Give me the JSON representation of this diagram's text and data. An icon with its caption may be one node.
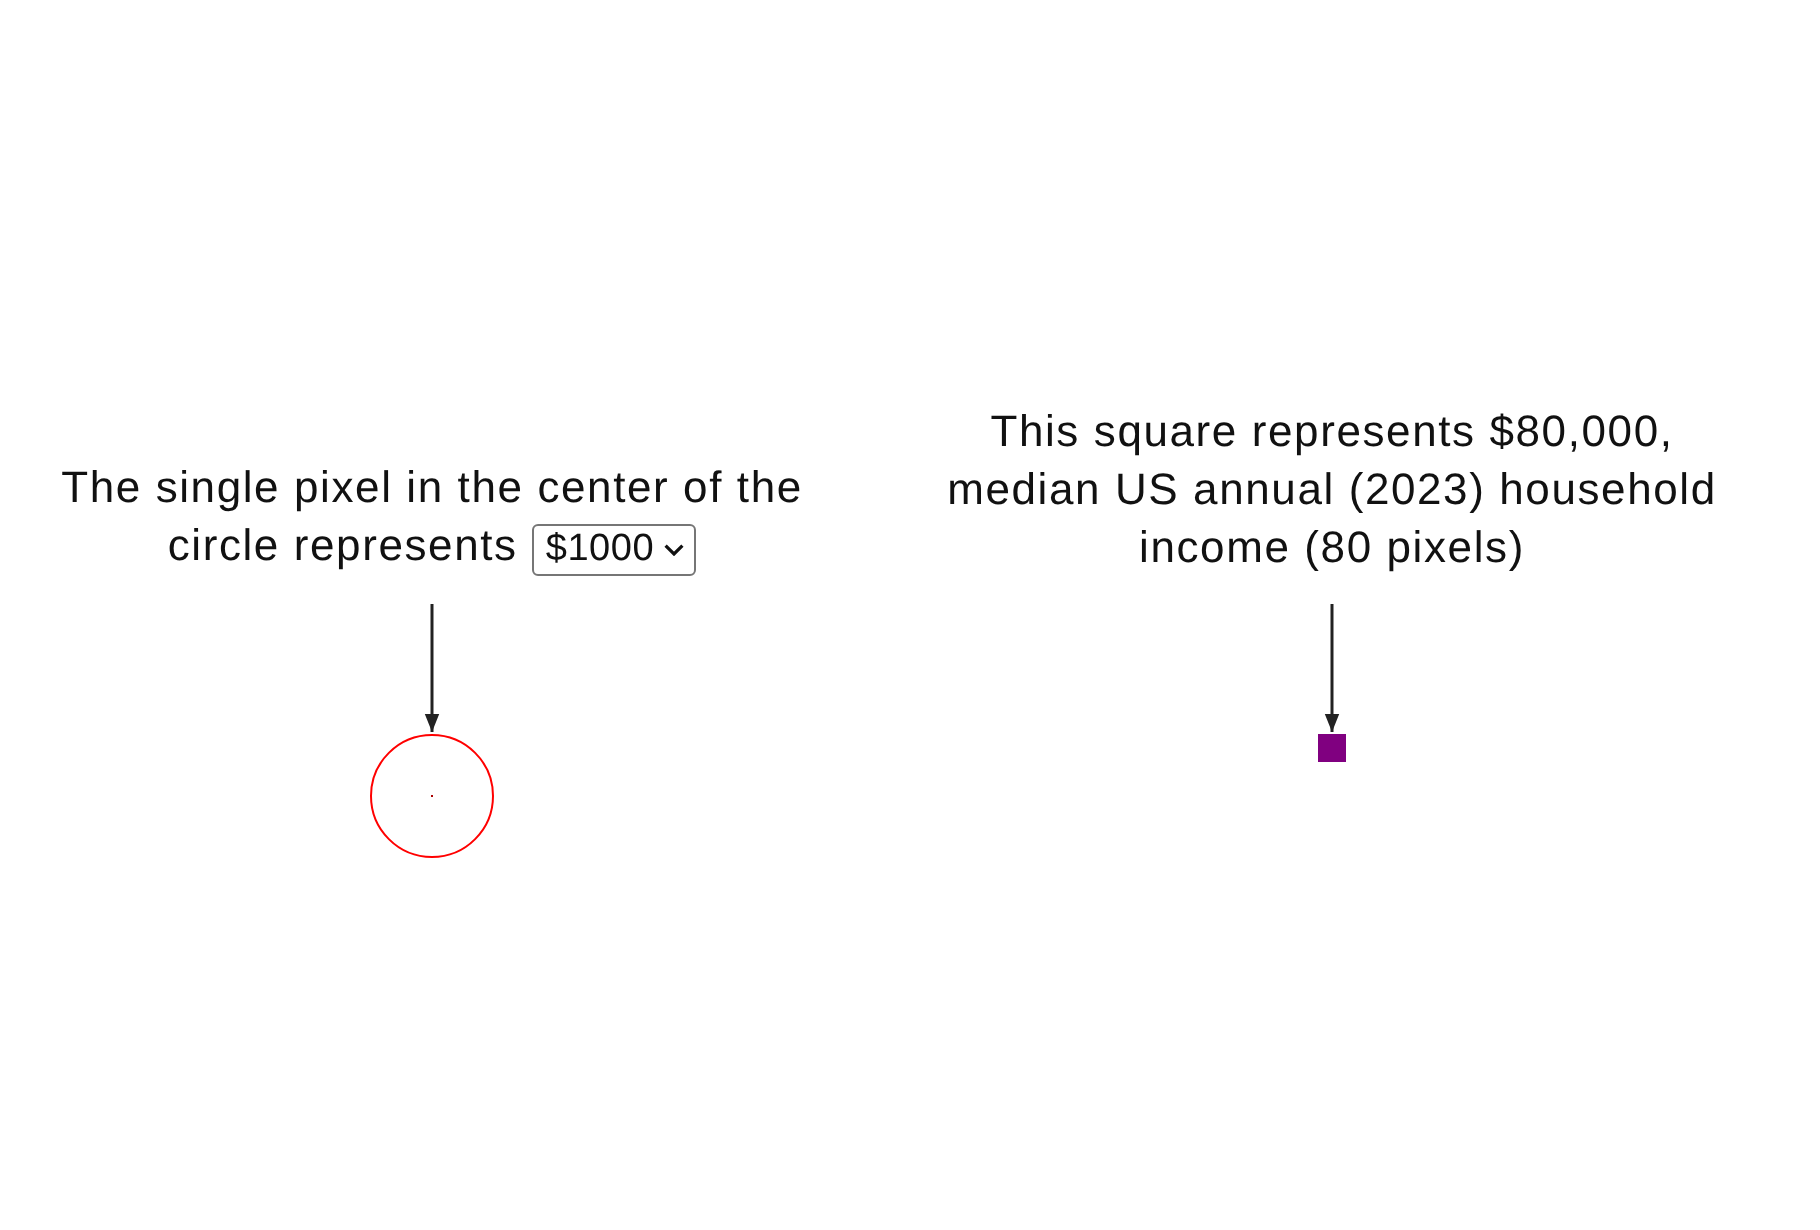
{
  "diagram": {
    "nodes": [
      {
        "text": [
          "The single pixel in the center of the circle represents",
          "$1000"
        ]
      },
      {
        "text": [],
        "shape": "circle"
      },
      {
        "text": [
          "This square represents $80,000, median US annual (2023) household income (80 pixels)"
        ]
      },
      {
        "text": [],
        "shape": "box"
      }
    ],
    "edges": [
      {
        "from": 0,
        "to": 1,
        "arrow": "to"
      },
      {
        "from": 2,
        "to": 3,
        "arrow": "to"
      }
    ]
  }
}
